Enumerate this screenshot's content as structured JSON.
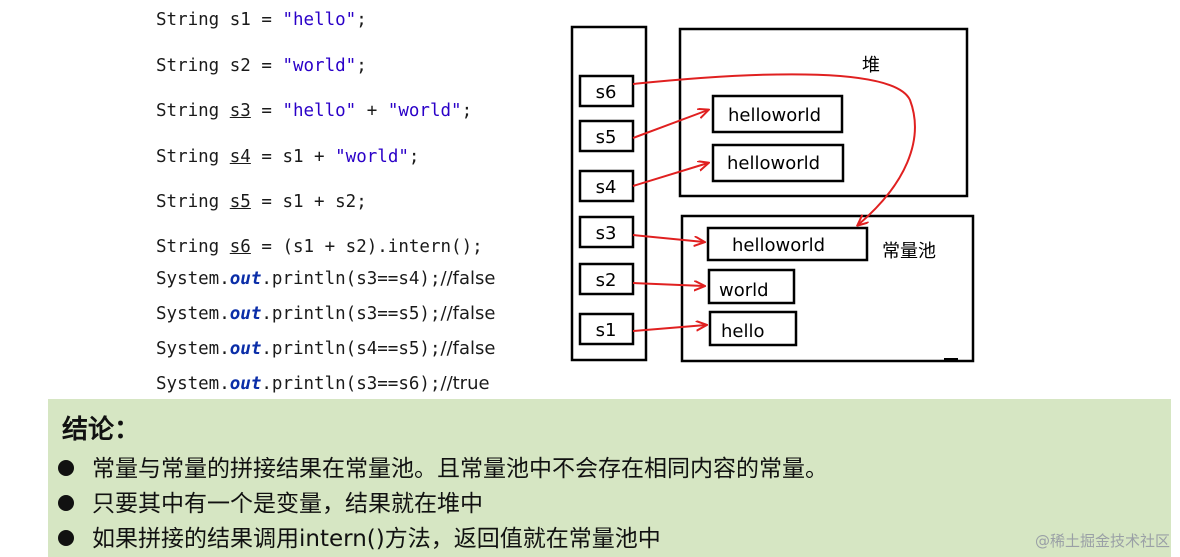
{
  "code": {
    "line1": {
      "type": "String ",
      "var": "s1",
      "op": " = ",
      "value": "\"hello\"",
      "end": ";"
    },
    "line2": {
      "type": "String ",
      "var": "s2",
      "op": " = ",
      "value": "\"world\"",
      "end": ";"
    },
    "line3": {
      "type": "String ",
      "var": "s3",
      "op": " = ",
      "value_a": "\"hello\"",
      "plus": " + ",
      "value_b": "\"world\"",
      "end": ";"
    },
    "line4": {
      "type": "String ",
      "var": "s4",
      "op": " = ",
      "expr": "s1 + ",
      "value": "\"world\"",
      "end": ";"
    },
    "line5": {
      "type": "String ",
      "var": "s5",
      "op": " = ",
      "expr": "s1 + s2;"
    },
    "line6": {
      "type": "String ",
      "var": "s6",
      "op": " = ",
      "expr": "(s1 + s2).intern();"
    },
    "prints": [
      {
        "prefix": "System.",
        "field": "out",
        "call": ".println(s3==s4);",
        "comment": "//false"
      },
      {
        "prefix": "System.",
        "field": "out",
        "call": ".println(s3==s5);",
        "comment": "//false"
      },
      {
        "prefix": "System.",
        "field": "out",
        "call": ".println(s4==s5);",
        "comment": "//false"
      },
      {
        "prefix": "System.",
        "field": "out",
        "call": ".println(s3==s6);",
        "comment": "//true"
      }
    ]
  },
  "diagram": {
    "stack_vars": [
      "s6",
      "s5",
      "s4",
      "s3",
      "s2",
      "s1"
    ],
    "heap_label": "堆",
    "heap_items": [
      "helloworld",
      "helloworld"
    ],
    "pool_label": "常量池",
    "pool_items": [
      "helloworld",
      "world",
      "hello"
    ],
    "arrow_color": "#e02020"
  },
  "conclusion": {
    "title": "结论：",
    "bullets": [
      "常量与常量的拼接结果在常量池。且常量池中不会存在相同内容的常量。",
      "只要其中有一个是变量，结果就在堆中",
      "如果拼接的结果调用intern()方法，返回值就在常量池中"
    ],
    "background": "#d6e6c3"
  },
  "watermark": "@稀土掘金技术社区"
}
